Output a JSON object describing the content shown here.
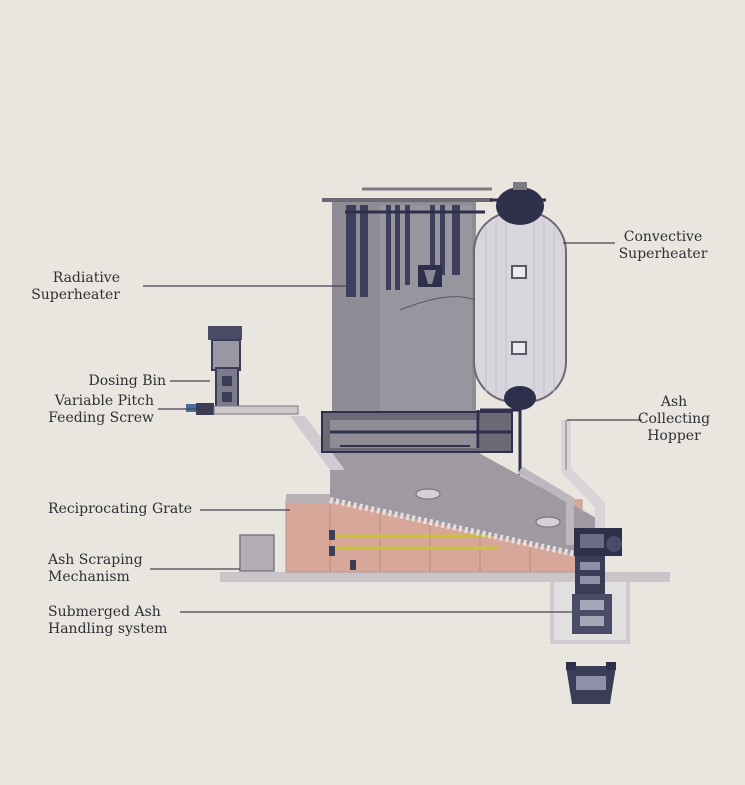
{
  "labels": {
    "radiative_superheater": [
      "Radiative",
      "Superheater"
    ],
    "convective_superheater": [
      "Convective",
      "Superheater"
    ],
    "dosing_bin": "Dosing Bin",
    "variable_pitch_feeding_screw": [
      "Variable Pitch",
      "Feeding Screw"
    ],
    "ash_collecting_hopper": [
      "Ash",
      "Collecting",
      "Hopper"
    ],
    "reciprocating_grate": "Reciprocating Grate",
    "ash_scraping_mechanism": [
      "Ash Scraping",
      "Mechanism"
    ],
    "submerged_ash_handling": [
      "Submerged Ash",
      "Handling system"
    ]
  },
  "colors": {
    "background": "#e9e5df",
    "furnace_body": "#8f8c95",
    "dark_steel": "#2e2f4a",
    "drum_body": "#d8d6dc",
    "refractory_brick": "#d7a79a",
    "grate_line": "#c9c23a",
    "leader_line": "#444450"
  }
}
